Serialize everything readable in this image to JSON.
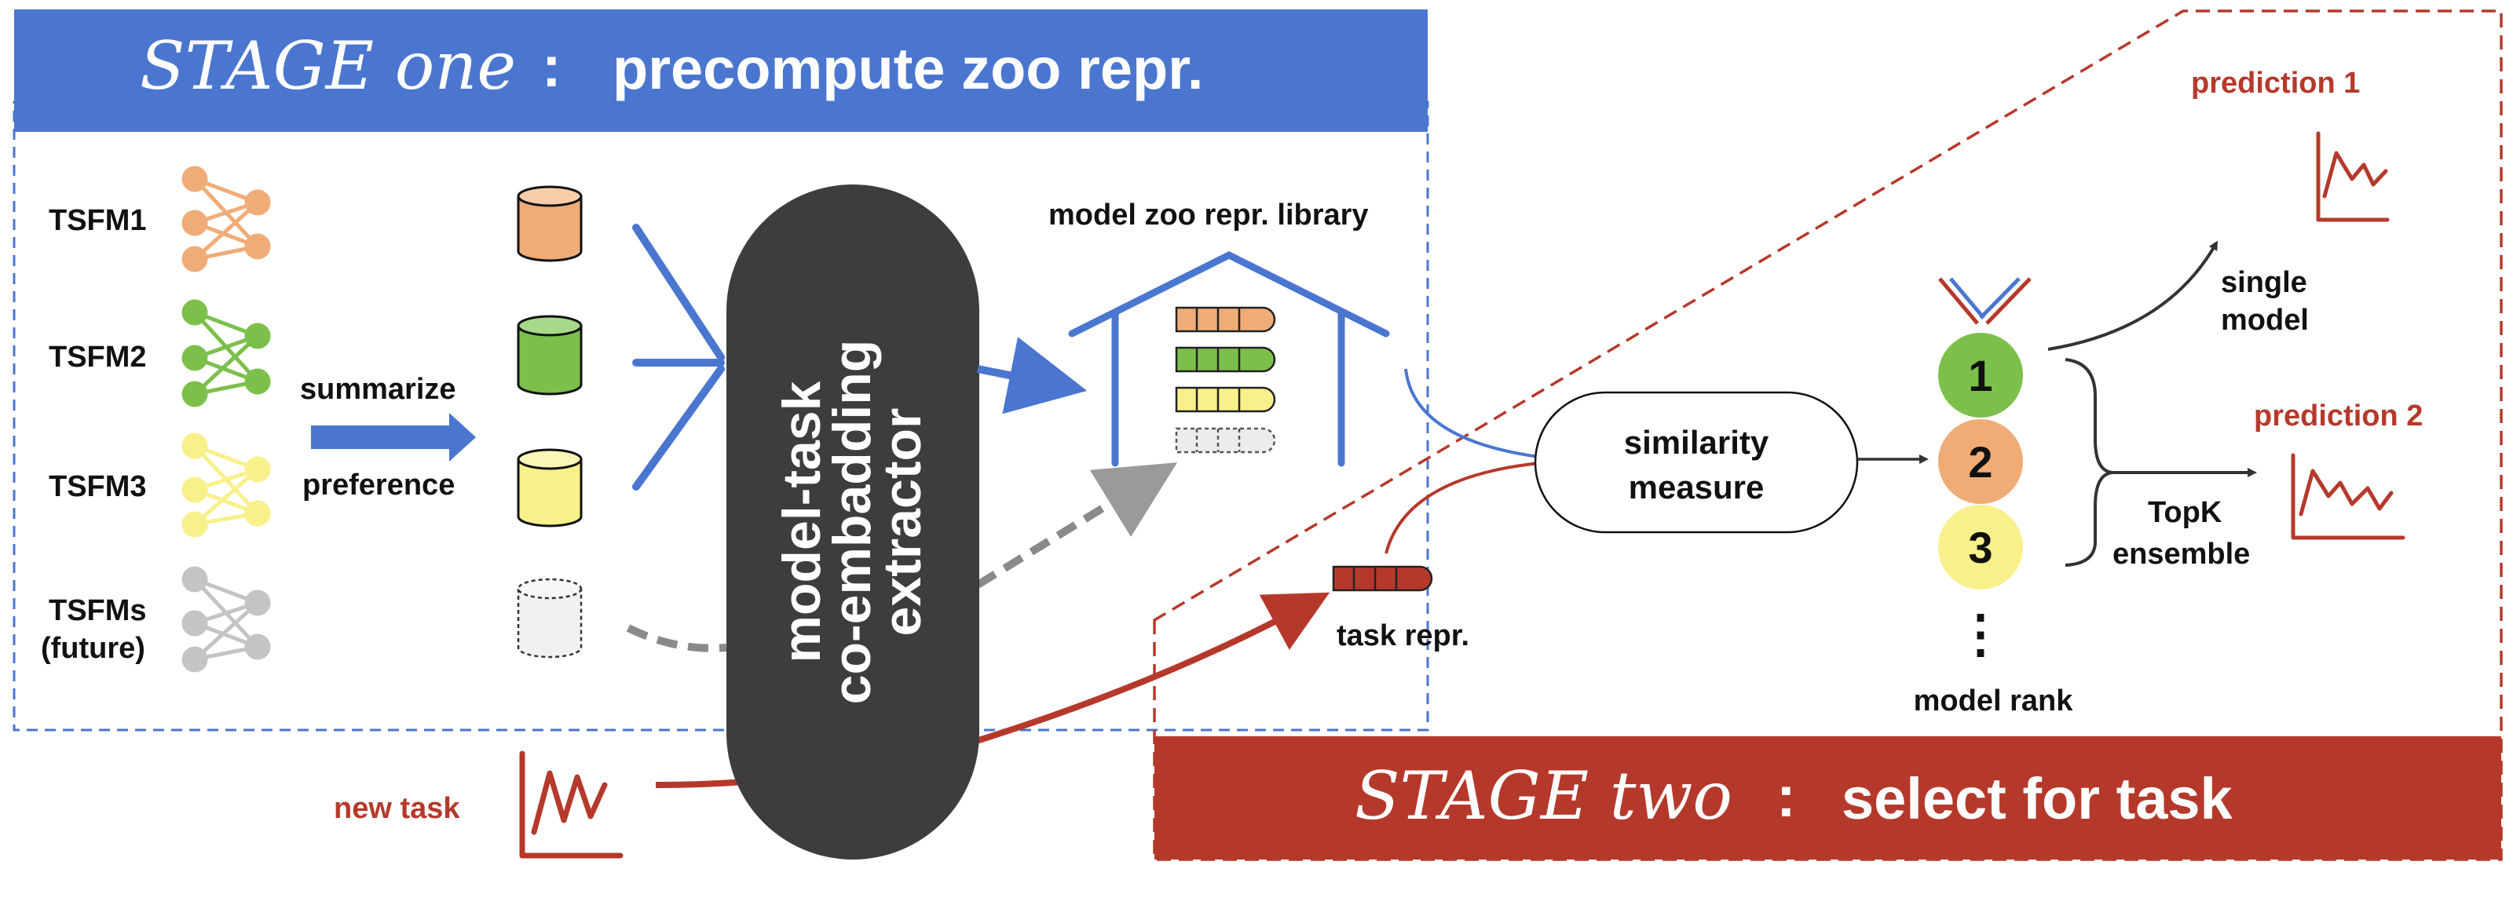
{
  "colors": {
    "blue": "#4A76CF",
    "red": "#B5392B",
    "dark": "#3d3d3d",
    "orange": "#F0AC77",
    "green": "#7CC04B",
    "yellow": "#F8F08A",
    "gray": "#c4c4c4"
  },
  "stage_one": {
    "title_script": "STAGE one",
    "title_separator": ":",
    "title_text": "precompute zoo repr."
  },
  "stage_two": {
    "title_script": "STAGE two",
    "title_separator": ":",
    "title_text": "select for task"
  },
  "models": [
    {
      "label": "TSFM1",
      "color": "orange"
    },
    {
      "label": "TSFM2",
      "color": "green"
    },
    {
      "label": "TSFM3",
      "color": "yellow"
    },
    {
      "label": "TSFMs",
      "label2": "(future)",
      "color": "gray"
    }
  ],
  "summarize": {
    "line1": "summarize",
    "line2": "preference"
  },
  "extractor": {
    "line1": "model-task",
    "line2": "co-embadding",
    "line3": "extractor"
  },
  "library_label": "model zoo repr. library",
  "new_task_label": "new task",
  "task_repr_label": "task repr.",
  "similarity": {
    "line1": "similarity",
    "line2": "measure"
  },
  "ranks": [
    "1",
    "2",
    "3"
  ],
  "rank_ellipsis": "⋮",
  "model_rank_label": "model rank",
  "single_model": {
    "line1": "single",
    "line2": "model"
  },
  "topk": {
    "line1": "TopK",
    "line2": "ensemble"
  },
  "predictions": [
    "prediction 1",
    "prediction 2"
  ]
}
